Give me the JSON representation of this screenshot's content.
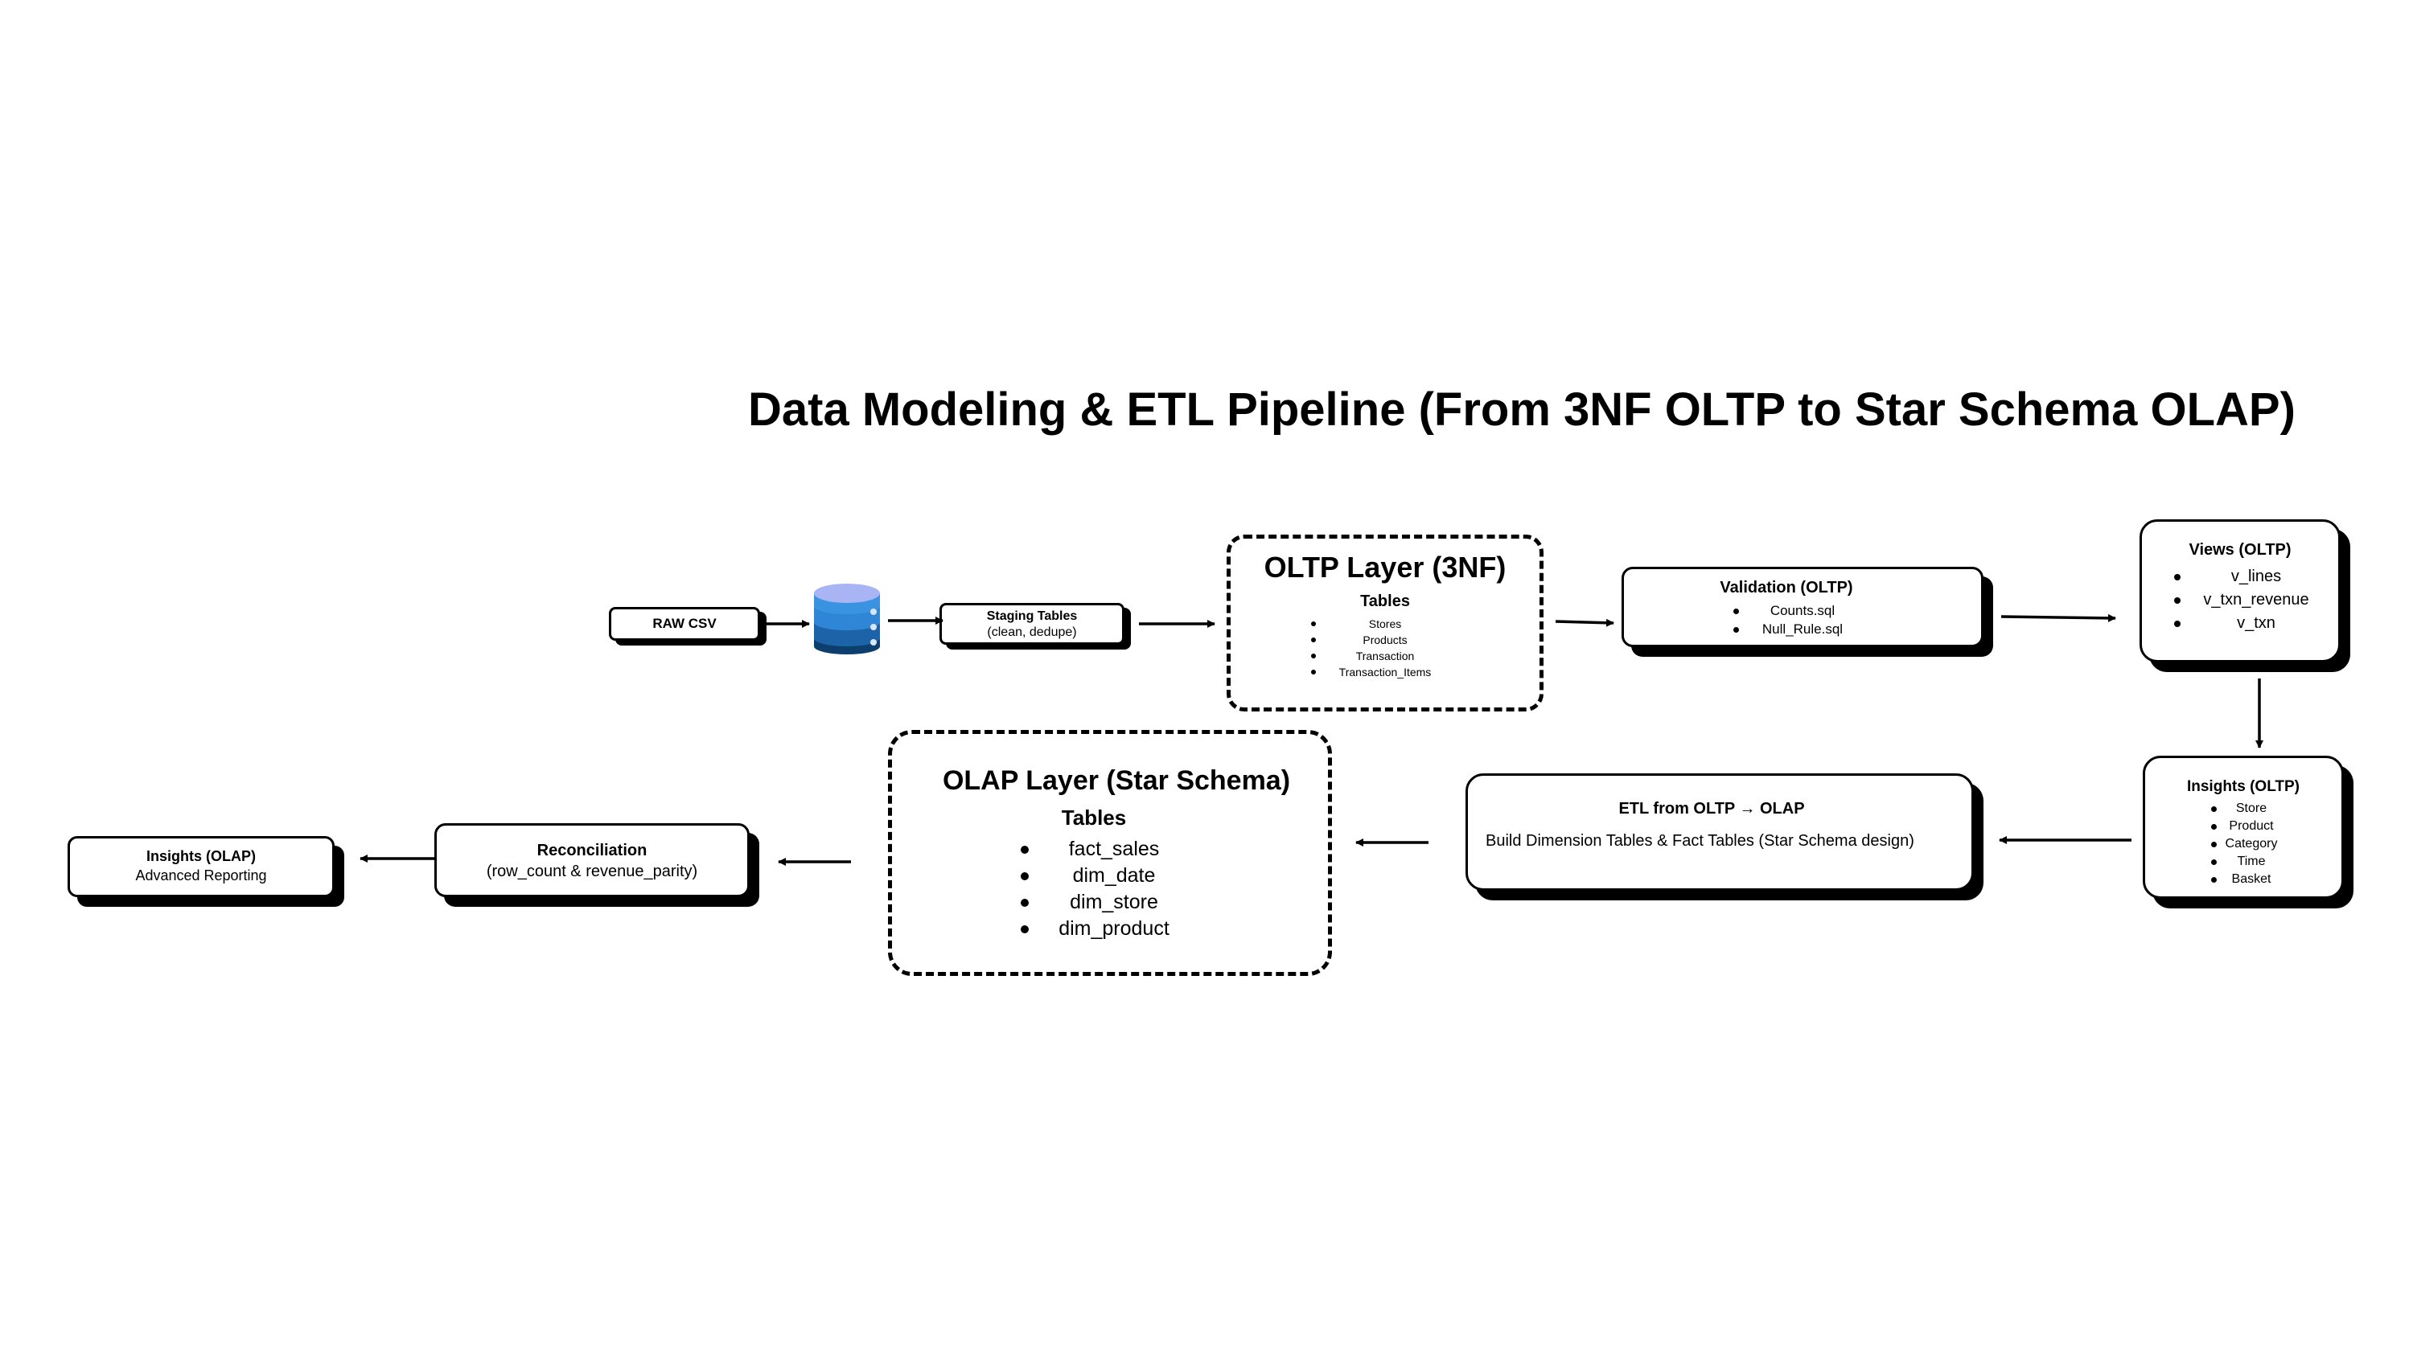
{
  "title": "Data Modeling & ETL Pipeline (From  3NF OLTP to Star Schema OLAP)",
  "raw_csv": {
    "label": "RAW CSV"
  },
  "database_icon": "database-icon",
  "staging": {
    "title": "Staging Tables",
    "subtitle": "(clean, dedupe)"
  },
  "oltp_layer": {
    "title": "OLTP Layer (3NF)",
    "tables_heading": "Tables",
    "tables": [
      "Stores",
      "Products",
      "Transaction",
      "Transaction_Items"
    ]
  },
  "validation": {
    "title": "Validation (OLTP)",
    "items": [
      "Counts.sql",
      "Null_Rule.sql"
    ]
  },
  "views": {
    "title": "Views (OLTP)",
    "items": [
      "v_lines",
      "v_txn_revenue",
      "v_txn"
    ]
  },
  "insights_oltp": {
    "title": "Insights (OLTP)",
    "items": [
      "Store",
      "Product",
      "Category",
      "Time",
      "Basket"
    ]
  },
  "etl": {
    "title": "ETL from OLTP → OLAP",
    "description": "Build Dimension Tables & Fact Tables (Star Schema design)"
  },
  "olap_layer": {
    "title": "OLAP Layer (Star Schema)",
    "tables_heading": "Tables",
    "tables": [
      "fact_sales",
      "dim_date",
      "dim_store",
      "dim_product"
    ]
  },
  "reconciliation": {
    "title": "Reconciliation",
    "subtitle": "(row_count & revenue_parity)"
  },
  "insights_olap": {
    "title": "Insights (OLAP)",
    "subtitle": "Advanced Reporting"
  },
  "colors": {
    "db_top": "#a9b4f5",
    "db_band1": "#2f86d6",
    "db_band2": "#1d63a8",
    "db_band3": "#0d3f6e"
  }
}
